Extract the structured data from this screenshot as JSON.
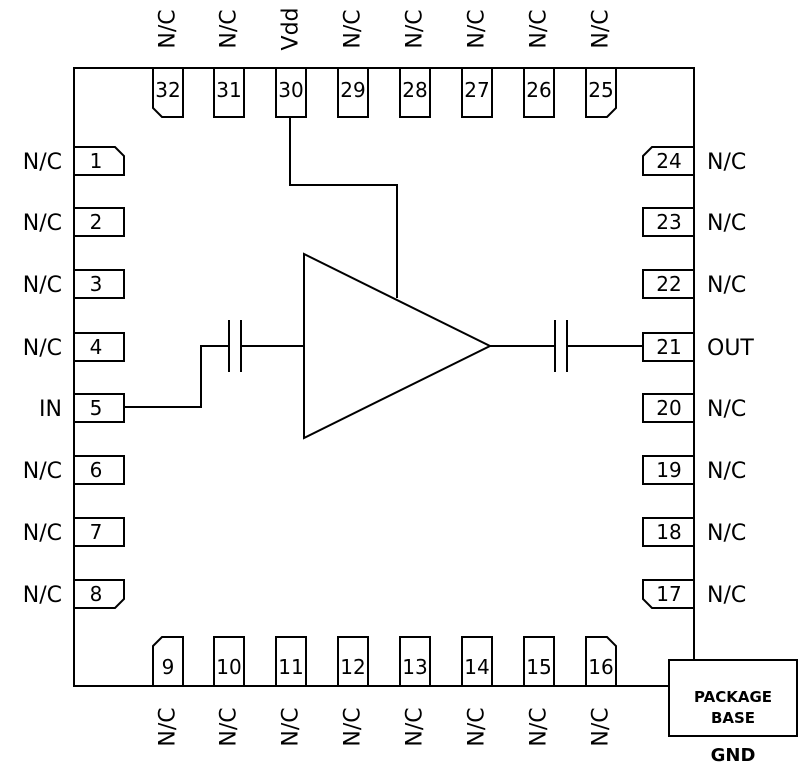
{
  "pins": {
    "top": [
      {
        "num": "32",
        "label": "N/C"
      },
      {
        "num": "31",
        "label": "N/C"
      },
      {
        "num": "30",
        "label": "Vdd"
      },
      {
        "num": "29",
        "label": "N/C"
      },
      {
        "num": "28",
        "label": "N/C"
      },
      {
        "num": "27",
        "label": "N/C"
      },
      {
        "num": "26",
        "label": "N/C"
      },
      {
        "num": "25",
        "label": "N/C"
      }
    ],
    "left": [
      {
        "num": "1",
        "label": "N/C"
      },
      {
        "num": "2",
        "label": "N/C"
      },
      {
        "num": "3",
        "label": "N/C"
      },
      {
        "num": "4",
        "label": "N/C"
      },
      {
        "num": "5",
        "label": "IN"
      },
      {
        "num": "6",
        "label": "N/C"
      },
      {
        "num": "7",
        "label": "N/C"
      },
      {
        "num": "8",
        "label": "N/C"
      }
    ],
    "right": [
      {
        "num": "24",
        "label": "N/C"
      },
      {
        "num": "23",
        "label": "N/C"
      },
      {
        "num": "22",
        "label": "N/C"
      },
      {
        "num": "21",
        "label": "OUT"
      },
      {
        "num": "20",
        "label": "N/C"
      },
      {
        "num": "19",
        "label": "N/C"
      },
      {
        "num": "18",
        "label": "N/C"
      },
      {
        "num": "17",
        "label": "N/C"
      }
    ],
    "bottom": [
      {
        "num": "9",
        "label": "N/C"
      },
      {
        "num": "10",
        "label": "N/C"
      },
      {
        "num": "11",
        "label": "N/C"
      },
      {
        "num": "12",
        "label": "N/C"
      },
      {
        "num": "13",
        "label": "N/C"
      },
      {
        "num": "14",
        "label": "N/C"
      },
      {
        "num": "15",
        "label": "N/C"
      },
      {
        "num": "16",
        "label": "N/C"
      }
    ]
  },
  "package_base": {
    "line1": "PACKAGE",
    "line2": "BASE",
    "ground": "GND"
  }
}
